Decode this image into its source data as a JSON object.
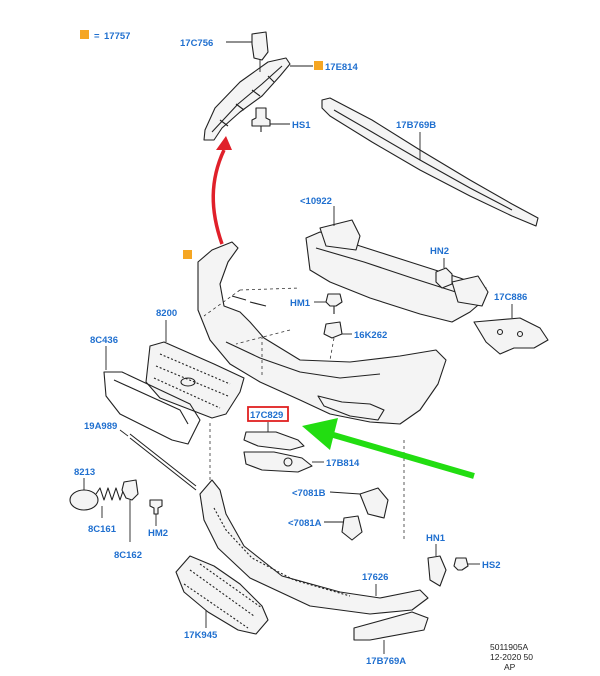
{
  "legend": {
    "swatch_color": "#f5a623",
    "equals": "=",
    "part": "17757"
  },
  "labels": {
    "l17C756": "17C756",
    "l17E814": "17E814",
    "lHS1": "HS1",
    "l17B769B": "17B769B",
    "l10922": "<10922",
    "lHN2": "HN2",
    "lHM1": "HM1",
    "l17C886": "17C886",
    "l16K262": "16K262",
    "l8200": "8200",
    "l8C436": "8C436",
    "l17C829": "17C829",
    "l19A989": "19A989",
    "l17B814": "17B814",
    "l8213": "8213",
    "l7081B": "<7081B",
    "l8C161": "8C161",
    "lHM2": "HM2",
    "l7081A": "<7081A",
    "l8C162": "8C162",
    "lHN1": "HN1",
    "lHS2": "HS2",
    "l17626": "17626",
    "l17K945": "17K945",
    "l17B769A": "17B769A"
  },
  "reference": {
    "line1": "5011905A",
    "line2": "12-2020 50",
    "line3": "AP"
  },
  "colors": {
    "label_blue": "#1f6fcf",
    "highlight_red": "#e02020",
    "arrow_red": "#e0202a",
    "arrow_green": "#22dd11",
    "marker_orange": "#f5a623"
  }
}
